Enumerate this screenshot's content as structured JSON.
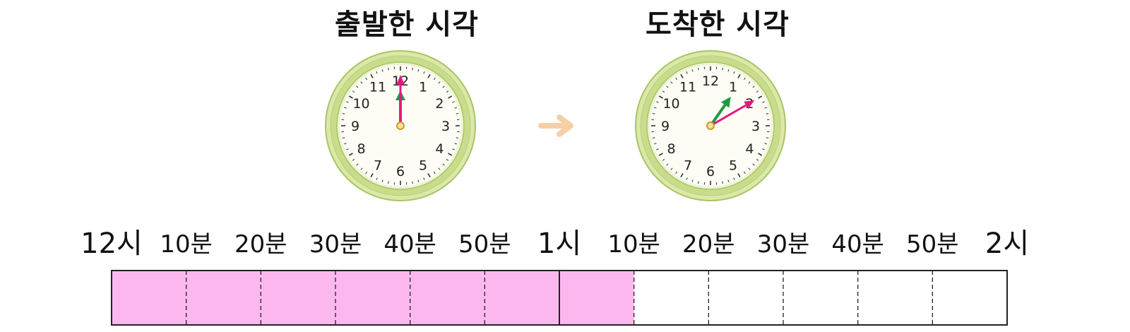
{
  "titles": {
    "start": "출발한 시각",
    "end": "도착한 시각"
  },
  "clock_numbers": [
    "12",
    "1",
    "2",
    "3",
    "4",
    "5",
    "6",
    "7",
    "8",
    "9",
    "10",
    "11"
  ],
  "clocks": {
    "start": {
      "hours": 12,
      "minutes": 0
    },
    "end": {
      "hours": 1,
      "minutes": 10
    }
  },
  "timeline": {
    "labels": [
      "12시",
      "10분",
      "20분",
      "30분",
      "40분",
      "50분",
      "1시",
      "10분",
      "20분",
      "30분",
      "40분",
      "50분",
      "2시"
    ],
    "total_segments": 12,
    "filled_segments": 7,
    "hour_divider_at": 6
  },
  "colors": {
    "fill": "#fcb8ee",
    "hour_hand": "#1f9a43",
    "minute_hand": "#e5177e",
    "arrow": "#f7cfa6",
    "clock_rim": "#c9dc8c",
    "clock_face": "#fdfdf5"
  },
  "icons": {
    "arrow": "right-arrow-icon"
  }
}
